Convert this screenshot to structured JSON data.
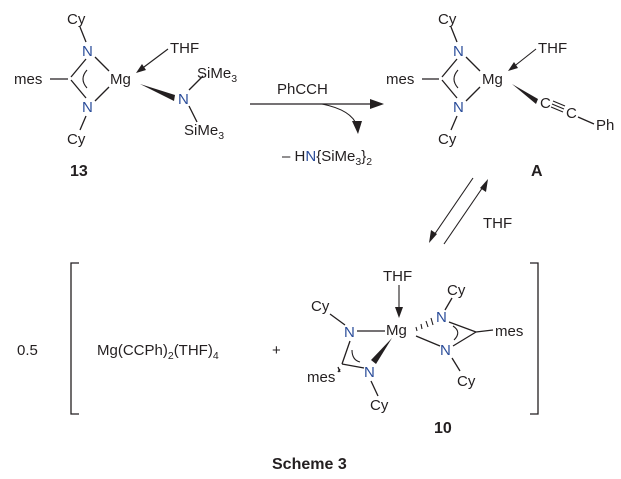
{
  "compound13": {
    "label": "13",
    "cy_top": "Cy",
    "cy_bottom": "Cy",
    "n1": "N",
    "n2": "N",
    "mes": "mes",
    "mg": "Mg",
    "thf": "THF",
    "n_amide": "N",
    "sime3_top": "SiMe",
    "sime3_bottom": "SiMe",
    "sub3": "3"
  },
  "reaction1": {
    "reagent": "PhCCH",
    "byproduct_prefix": "– H",
    "byproduct_n": "N",
    "byproduct_rest": "{SiMe",
    "byproduct_sub3": "3",
    "byproduct_close": "}",
    "byproduct_sub2": "2"
  },
  "compoundA": {
    "label": "A",
    "cy_top": "Cy",
    "cy_bottom": "Cy",
    "n1": "N",
    "n2": "N",
    "mes": "mes",
    "mg": "Mg",
    "thf": "THF",
    "c1": "C",
    "c2": "C",
    "ph": "Ph"
  },
  "equilibrium": {
    "reagent": "THF"
  },
  "products": {
    "coefficient": "0.5",
    "mgphx_main": "Mg(CCPh)",
    "mgphx_sub2": "2",
    "mgphx_thf": "(THF)",
    "mgphx_sub4": "4",
    "plus": "+"
  },
  "compound10": {
    "label": "10",
    "thf": "THF",
    "mg": "Mg",
    "cy_left_top": "Cy",
    "n_left_top": "N",
    "n_left_bottom": "N",
    "mes_left": "mes",
    "cy_left_bottom": "Cy",
    "cy_right_top": "Cy",
    "n_right_top": "N",
    "n_right_bottom": "N",
    "mes_right": "mes",
    "cy_right_bottom": "Cy"
  },
  "caption": "Scheme 3"
}
